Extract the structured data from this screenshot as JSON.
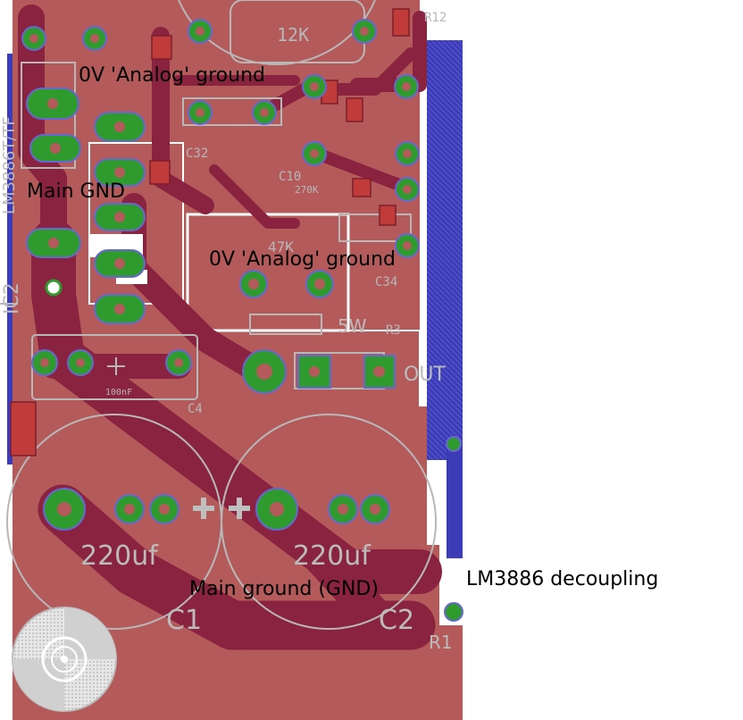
{
  "annotations": {
    "analog_ground_top": "0V 'Analog' ground",
    "main_gnd": "Main GND",
    "analog_ground_mid": "0V 'Analog' ground",
    "main_ground_bottom": "Main ground  (GND)",
    "decoupling": "LM3886 decoupling"
  },
  "silkscreen": {
    "resistor_12k": "12K",
    "r12": "R12",
    "c32": "C32",
    "c10": "C10",
    "c34": "C34",
    "c4": "C4",
    "c1": "C1",
    "c2": "C2",
    "r3": "R3",
    "r1": "R1",
    "cap1_value": "220uf",
    "cap2_value": "220uf",
    "cap_small_value": "100nF",
    "out": "OUT",
    "sw": "5W",
    "ic2": "IC2",
    "ic_vertical": "LM3886T/TF",
    "val_270k": "270K",
    "val_47k": "47K"
  },
  "colors": {
    "copper_fill": "#b55a5a",
    "copper_trace": "#8a2340",
    "pad_green": "#2f9b2f",
    "via_blue": "#6767d1",
    "bottom_layer_blue": "#3c3cb8",
    "silk_gray": "#b8b8b8",
    "background": "#ffffff"
  }
}
